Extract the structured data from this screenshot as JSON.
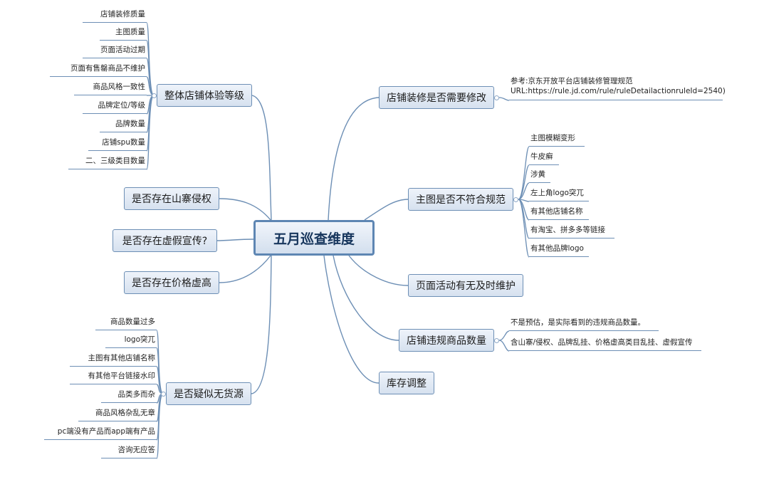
{
  "root": "五月巡查维度",
  "left_branches": [
    {
      "label": "整体店铺体验等级",
      "children": [
        "店铺装修质量",
        "主图质量",
        "页面活动过期",
        "页面有售罄商品不维护",
        "商品风格一致性",
        "品牌定位/等级",
        "品牌数量",
        "店铺spu数量",
        "二、三级类目数量"
      ]
    },
    {
      "label": "是否存在山寨侵权",
      "children": []
    },
    {
      "label": "是否存在虚假宣传?",
      "children": []
    },
    {
      "label": "是否存在价格虚高",
      "children": []
    },
    {
      "label": "是否疑似无货源",
      "children": [
        "商品数量过多",
        "logo突兀",
        "主图有其他店铺名称",
        "有其他平台链接水印",
        "品类多而杂",
        "商品风格杂乱无章",
        "pc端没有产品而app端有产品",
        "咨询无应答"
      ]
    }
  ],
  "right_branches": [
    {
      "label": "店铺装修是否需要修改",
      "children": [
        "参考:京东开放平台店铺装修管理规范\nURL:https://rule.jd.com/rule/ruleDetailactionruleId=2540)"
      ]
    },
    {
      "label": "主图是否不符合规范",
      "children": [
        "主图模糊变形",
        "牛皮癣",
        "涉黄",
        "左上角logo突兀",
        "有其他店铺名称",
        "有淘宝、拼多多等链接",
        "有其他品牌logo"
      ]
    },
    {
      "label": "页面活动有无及时维护",
      "children": []
    },
    {
      "label": "店铺违规商品数量",
      "children": [
        "不是预估，是实际看到的违规商品数量。",
        "含山寨/侵权、品牌乱挂、价格虚高类目乱挂、虚假宣传"
      ]
    },
    {
      "label": "库存调整",
      "children": []
    }
  ],
  "colors": {
    "line": "#6d8fb5",
    "box_border": "#6d8fb5",
    "box_fill_top": "#eef3fa",
    "box_fill_bottom": "#d6e1ef",
    "root_border": "#5e86b3"
  }
}
